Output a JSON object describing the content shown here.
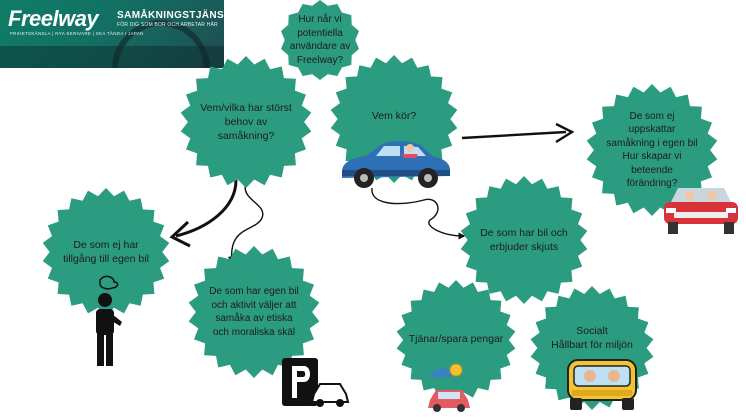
{
  "header": {
    "logo_text": "Freelway",
    "logo_subtitle": "FRIHETSKÄNSLA | NYA SKRIVARE | SKA TÄNDA I JAPAN",
    "brand_title": "SAMÅKNINGSTJÄNST",
    "brand_subtitle": "FÖR DIG SOM BOR OCH ARBETAR HÄR"
  },
  "nodes": {
    "question": "Hur når vi\npotentiella\nanvändare av\nFreelway?",
    "needs": "Vem/vilka har störst\nbehov av\nsamåkning?",
    "driver": "Vem kör?",
    "attitude": "De som ej\nuppskattar\nsamåkning i egen bil\nHur skapar vi\nbeteende\nförändring?",
    "nocar": "De som ej har\ntillgång till egen bil",
    "ethics": "De som har egen bil\noch aktivit väljer att\nsamåka av etiska\noch moraliska skäl",
    "offer": "De som har bil och\nerbjuder skjuts",
    "money": "Tjänar/spara pengar",
    "social": "Socialt\nHållbart för miljön"
  },
  "colors": {
    "burst": "#2c9c80",
    "banner": "#136f63",
    "arrow": "#111111"
  }
}
